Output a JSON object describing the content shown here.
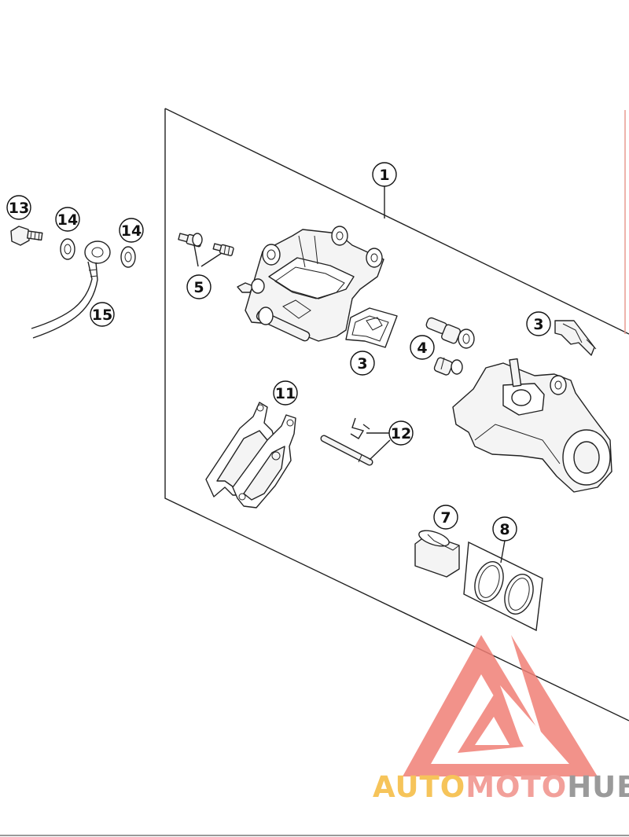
{
  "callouts": [
    {
      "id": "c1",
      "label": "1"
    },
    {
      "id": "c3a",
      "label": "3"
    },
    {
      "id": "c3b",
      "label": "3"
    },
    {
      "id": "c4",
      "label": "4"
    },
    {
      "id": "c5",
      "label": "5"
    },
    {
      "id": "c7",
      "label": "7"
    },
    {
      "id": "c8",
      "label": "8"
    },
    {
      "id": "c11",
      "label": "11"
    },
    {
      "id": "c12",
      "label": "12"
    },
    {
      "id": "c13",
      "label": "13"
    },
    {
      "id": "c14a",
      "label": "14"
    },
    {
      "id": "c14b",
      "label": "14"
    },
    {
      "id": "c15",
      "label": "15"
    }
  ],
  "watermark": {
    "text_a": "AUTO",
    "text_b": "MOTO",
    "text_c": "HUB",
    "color_a": "#f6c45a",
    "color_b": "#f2a09a",
    "color_c": "#9a9a9a",
    "logo_color": "#f07f76"
  }
}
